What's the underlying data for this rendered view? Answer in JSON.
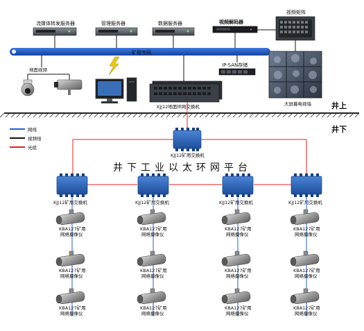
{
  "servers": {
    "streaming": "流媒体转发服务器",
    "management": "管理服务器",
    "data": "数据服务器",
    "decoder": "视频解码器",
    "matrix": "视频矩阵"
  },
  "network": {
    "ring_label": "矿用专网",
    "ip_san": "IP-SAN存储",
    "ground_switch": "KJJ12地面环网交换机",
    "video_wall": "大屏幕电视墙",
    "surface_video": "地面视频"
  },
  "ground": {
    "above": "井上",
    "below": "井下"
  },
  "legend": {
    "items": [
      {
        "label": "网线",
        "color": "#1f5fd6"
      },
      {
        "label": "视频线",
        "color": "#111111"
      },
      {
        "label": "光缆",
        "color": "#e02020"
      }
    ]
  },
  "underground": {
    "platform_title": "井下工业以太环网平台",
    "core_switch": "KJJ12矿用交换机",
    "sub_switches": [
      "KJJ12矿用交换机",
      "KJJ12矿用交换机",
      "KJJ12矿用交换机",
      "KJJ12矿用交换机"
    ],
    "camera_label_line1": "KBA127矿用",
    "camera_label_line2": "网络摄像仪"
  },
  "colors": {
    "network_blue": "#1f5fd6",
    "fiber_red": "#e02020",
    "switch_blue": "#2a62b8",
    "ground_line": "#222222"
  }
}
